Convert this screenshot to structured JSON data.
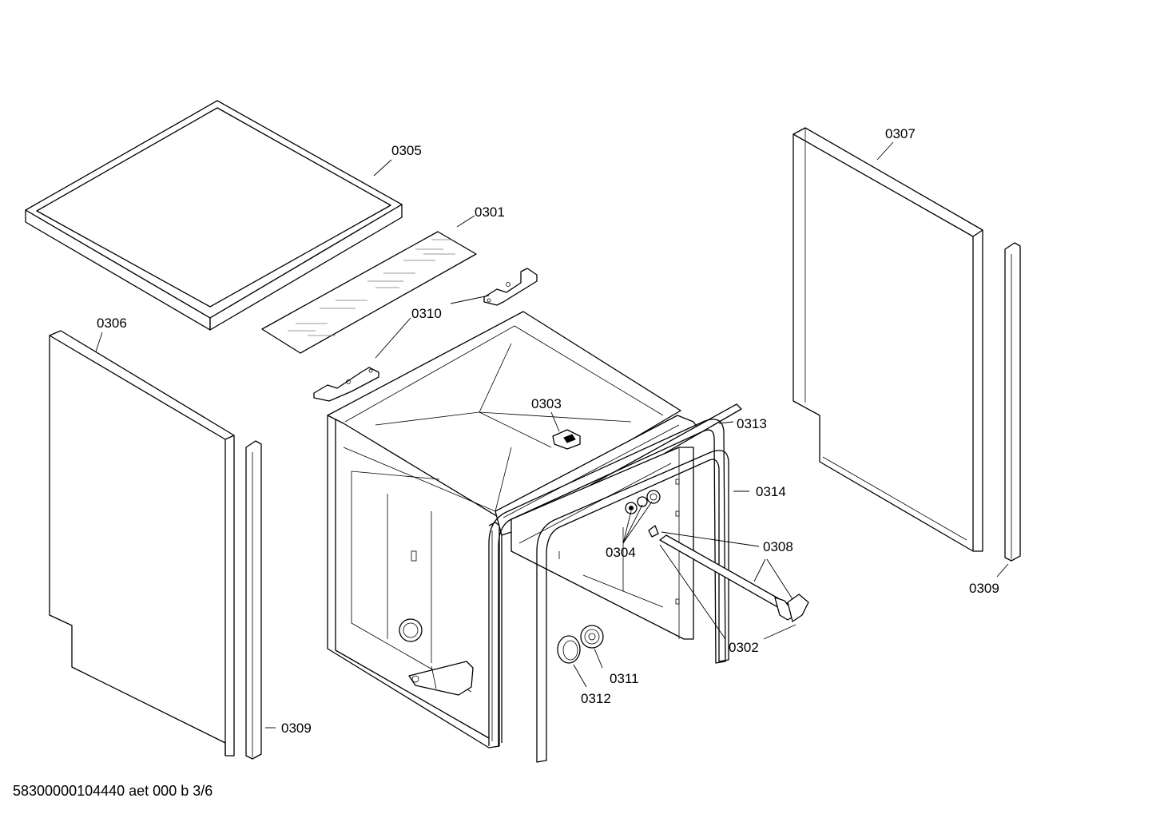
{
  "parts": {
    "p0301": "0301",
    "p0302": "0302",
    "p0303": "0303",
    "p0304": "0304",
    "p0305": "0305",
    "p0306": "0306",
    "p0307": "0307",
    "p0308": "0308",
    "p0309_left": "0309",
    "p0309_right": "0309",
    "p0310": "0310",
    "p0311": "0311",
    "p0312": "0312",
    "p0313": "0313",
    "p0314": "0314"
  },
  "footer": {
    "document_code": "58300000104440 aet 000 b 3/6"
  }
}
